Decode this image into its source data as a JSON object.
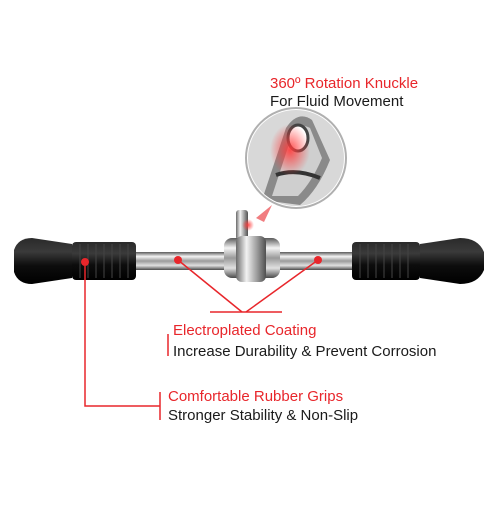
{
  "callouts": [
    {
      "title": "360º Rotation Knuckle",
      "description": "For Fluid Movement"
    },
    {
      "title": "Electroplated Coating",
      "description": "Increase Durability & Prevent  Corrosion"
    },
    {
      "title": "Comfortable Rubber Grips",
      "description": "Stronger Stability & Non-Slip"
    }
  ],
  "colors": {
    "accent": "#e8262b",
    "text": "#1a1a1a",
    "metal": "#c8c8c8",
    "grip": "#111111"
  }
}
